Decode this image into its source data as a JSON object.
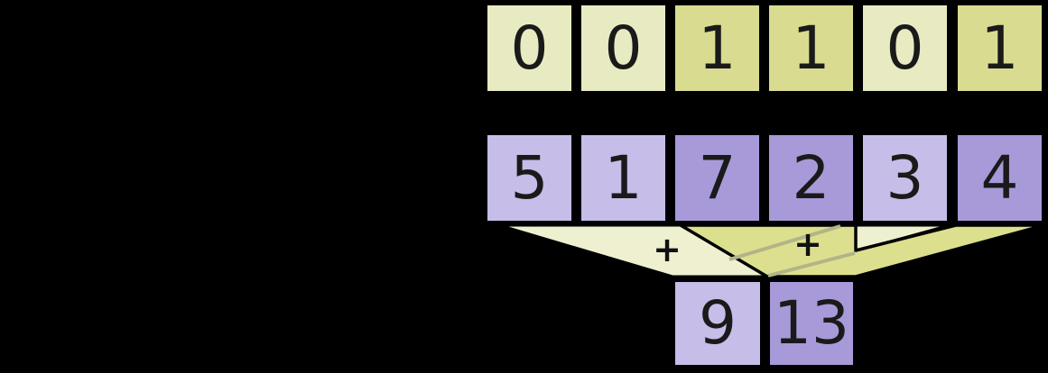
{
  "rows": {
    "mask": {
      "cells": [
        "0",
        "0",
        "1",
        "1",
        "0",
        "1"
      ]
    },
    "values": {
      "cells": [
        "5",
        "1",
        "7",
        "2",
        "3",
        "4"
      ]
    },
    "results": {
      "cells": [
        "9",
        "13"
      ]
    }
  },
  "operators": {
    "plus_left": "+",
    "plus_right": "+"
  },
  "colors": {
    "background": "#000000",
    "mask_zero_cell": "#e8ebc1",
    "mask_one_cell": "#d9dc90",
    "value_light_cell": "#c6bde8",
    "value_dark_cell": "#a89ad9",
    "funnel_light": "#eef0d0",
    "funnel_dark": "#dce08e",
    "overlap_stripe": "#b2b489",
    "digit": "#1a1a1a"
  }
}
